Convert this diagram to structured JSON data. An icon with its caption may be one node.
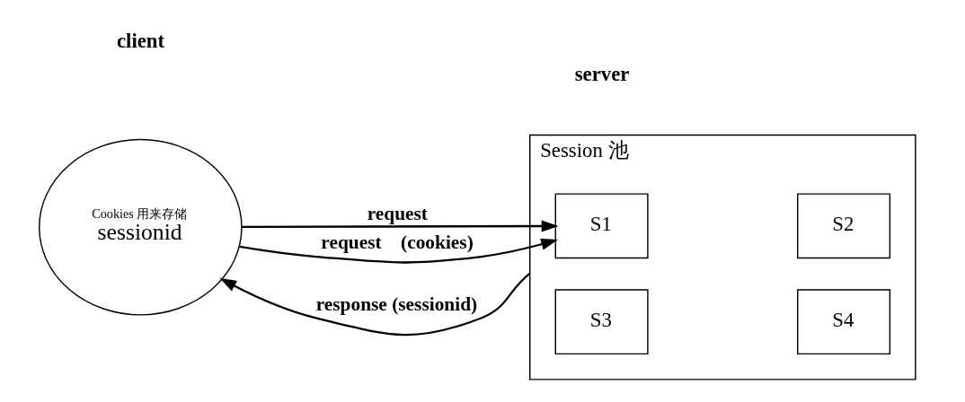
{
  "diagram": {
    "nodes": [
      {
        "text": [
          "Cookies 用来存储",
          "sessionid"
        ]
      },
      {
        "text": [
          "Session 池"
        ]
      },
      {
        "text": [
          "S1"
        ],
        "in": 1
      },
      {
        "text": [
          "S2"
        ],
        "in": 1
      },
      {
        "text": [
          "S3"
        ],
        "in": 1
      },
      {
        "text": [
          "S4"
        ],
        "in": 1
      }
    ],
    "edges": [
      {
        "from": 0,
        "to": 2,
        "arrow": "to",
        "label": "request"
      },
      {
        "from": 1,
        "to": 0,
        "arrow": "to",
        "label": "response (sessionid)"
      },
      {
        "from": 0,
        "to": 2,
        "arrow": "to",
        "label": "request    (cookies)"
      }
    ],
    "labels": [
      "client",
      "server"
    ]
  }
}
